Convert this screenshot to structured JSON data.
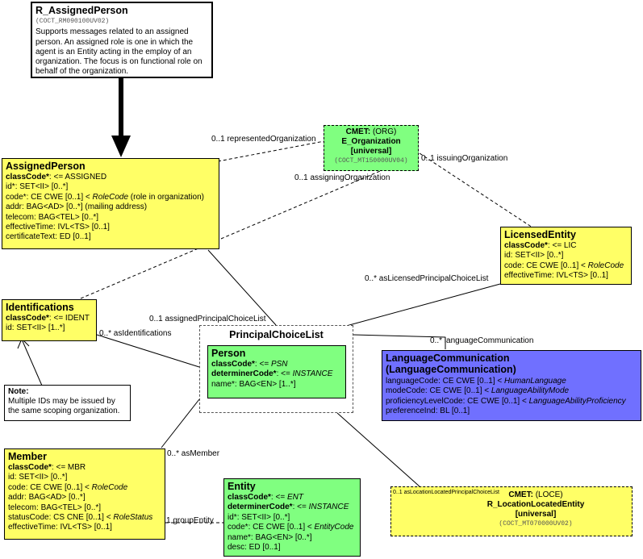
{
  "header": {
    "title": "R_AssignedPerson",
    "code": "(COCT_RM090100UV02)",
    "description": "Supports messages related to an assigned person. An assigned role is one in which the agent is an Entity acting in the employ of an organization.  The focus is on functional role on behalf of the organization."
  },
  "assigned_person": {
    "title": "AssignedPerson",
    "rows": [
      {
        "name": "classCode*",
        "rest": ": <= ASSIGNED"
      },
      {
        "name": "id*",
        "rest": ": SET<II> [0..*]"
      },
      {
        "name": "code*",
        "rest": ": CE CWE [0..1] < ",
        "italic": "RoleCode",
        "tail": " (role in organization)"
      },
      {
        "name": "addr",
        "rest": ": BAG<AD> [0..*] (mailing address)"
      },
      {
        "name": "telecom",
        "rest": ": BAG<TEL> [0..*]"
      },
      {
        "name": "effectiveTime",
        "rest": ": IVL<TS> [0..1]"
      },
      {
        "name": "certificateText",
        "rest": ": ED [0..1]"
      }
    ]
  },
  "cmet_org": {
    "cmet": "CMET:",
    "cmet_tag": " (ORG)",
    "name": "E_Organization",
    "flavor": "[universal]",
    "code": "(COCT_MT150000UV04)"
  },
  "licensed_entity": {
    "title": "LicensedEntity",
    "rows": [
      {
        "name": "classCode*",
        "rest": ": <= LIC"
      },
      {
        "name": "id",
        "rest": ": SET<II> [0..*]"
      },
      {
        "name": "code",
        "rest": ": CE CWE [0..1] < ",
        "italic": "RoleCode",
        "tail": ""
      },
      {
        "name": "effectiveTime",
        "rest": ": IVL<TS> [0..1]"
      }
    ]
  },
  "identifications": {
    "title": "Identifications",
    "rows": [
      {
        "name": "classCode*",
        "rest": ": <= IDENT"
      },
      {
        "name": "id",
        "rest": ": SET<II> [1..*]"
      }
    ]
  },
  "note": {
    "title": "Note:",
    "text": "Multiple IDs may be issued by the same scoping organization."
  },
  "choice_list": {
    "title": "PrincipalChoiceList"
  },
  "person": {
    "title": "Person",
    "rows": [
      {
        "name": "classCode*",
        "rest": ": <= ",
        "italic": "PSN",
        "tail": ""
      },
      {
        "name": "determinerCode*",
        "rest": ": <= ",
        "italic": "INSTANCE",
        "tail": ""
      },
      {
        "name": "name*",
        "rest": ": BAG<EN> [1..*]"
      }
    ]
  },
  "language": {
    "title1": "LanguageCommunication",
    "title2": "(LanguageCommunication)",
    "rows": [
      {
        "name": "languageCode",
        "rest": ": CE CWE [0..1] < ",
        "italic": "HumanLanguage",
        "tail": ""
      },
      {
        "name": "modeCode",
        "rest": ": CE CWE [0..1] < ",
        "italic": "LanguageAbilityMode",
        "tail": ""
      },
      {
        "name": "proficiencyLevelCode",
        "rest": ": CE CWE [0..1] < ",
        "italic": "LanguageAbilityProficiency",
        "tail": ""
      },
      {
        "name": "preferenceInd",
        "rest": ": BL [0..1]"
      }
    ]
  },
  "member": {
    "title": "Member",
    "rows": [
      {
        "name": "classCode*",
        "rest": ": <= MBR"
      },
      {
        "name": "id",
        "rest": ": SET<II> [0..*]"
      },
      {
        "name": "code",
        "rest": ": CE CWE [0..1] < ",
        "italic": "RoleCode",
        "tail": ""
      },
      {
        "name": "addr",
        "rest": ": BAG<AD> [0..*]"
      },
      {
        "name": "telecom",
        "rest": ": BAG<TEL> [0..*]"
      },
      {
        "name": "statusCode",
        "rest": ": CS CNE [0..1] < ",
        "italic": "RoleStatus",
        "tail": ""
      },
      {
        "name": "effectiveTime",
        "rest": ": IVL<TS> [0..1]"
      }
    ]
  },
  "entity": {
    "title": "Entity",
    "rows": [
      {
        "name": "classCode*",
        "rest": ": <= ",
        "italic": "ENT",
        "tail": "",
        "bold": true
      },
      {
        "name": "determinerCode*",
        "rest": ": <= ",
        "italic": "INSTANCE",
        "tail": "",
        "bold": true
      },
      {
        "name": "id*",
        "rest": ": SET<II> [0..*]"
      },
      {
        "name": "code*",
        "rest": ": CE CWE [0..1] < ",
        "italic": "EntityCode",
        "tail": ""
      },
      {
        "name": "name*",
        "rest": ": BAG<EN> [0..*]"
      },
      {
        "name": "desc",
        "rest": ": ED [0..1]"
      }
    ]
  },
  "cmet_loc": {
    "cmet": "CMET:",
    "cmet_tag": " (LOCE)",
    "name": "R_LocationLocatedEntity",
    "flavor": "[universal]",
    "code": "(COCT_MT070000UV02)"
  },
  "labels": {
    "represented_org": "0..1 representedOrganization",
    "issuing_org": "0..1 issuingOrganization",
    "assigning_org": "0..1 assigningOrganization",
    "as_licensed": "0..* asLicensedPrincipalChoiceList",
    "assigned_principal": "0..1 assignedPrincipalChoiceList",
    "as_identifications": "0..* asIdentifications",
    "language_comm": "0..* languageCommunication",
    "as_member": "0..* asMember",
    "group_entity": "1 groupEntity",
    "as_location": "0..1 asLocationLocatedPrincipalChoiceList"
  },
  "colors": {
    "clone": "#ffff66",
    "entity": "#80ff80",
    "role_link": "#7070ff"
  }
}
